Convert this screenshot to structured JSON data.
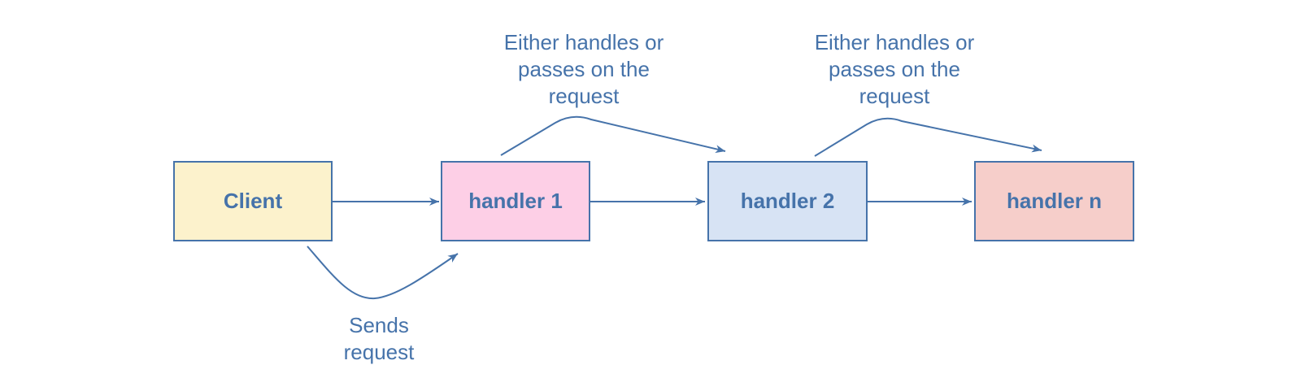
{
  "diagram": {
    "background": "#ffffff",
    "ink_color": "#4673aa",
    "nodes": [
      {
        "id": "client",
        "label": "Client",
        "fill": "#fcf2cc"
      },
      {
        "id": "handler-1",
        "label": "handler 1",
        "fill": "#fdcfe6"
      },
      {
        "id": "handler-2",
        "label": "handler 2",
        "fill": "#d7e3f4"
      },
      {
        "id": "handler-n",
        "label": "handler n",
        "fill": "#f6ceca"
      }
    ],
    "connectors": [
      {
        "id": "client-to-handler1",
        "from": "Client",
        "to": "handler 1"
      },
      {
        "id": "handler1-to-handler2",
        "from": "handler 1",
        "to": "handler 2"
      },
      {
        "id": "handler2-to-handlern",
        "from": "handler 2",
        "to": "handler n"
      },
      {
        "id": "sends-request-curve",
        "from": "Client",
        "to": "handler 1"
      },
      {
        "id": "either-curve-1",
        "from": "handler 1",
        "to": "handler 2"
      },
      {
        "id": "either-curve-2",
        "from": "handler 2",
        "to": "handler n"
      }
    ],
    "annotations": [
      {
        "id": "either-1",
        "text": "Either handles or\npasses on the\nrequest"
      },
      {
        "id": "either-2",
        "text": "Either handles or\npasses on the\nrequest"
      },
      {
        "id": "sends",
        "text": "Sends\nrequest"
      }
    ]
  }
}
